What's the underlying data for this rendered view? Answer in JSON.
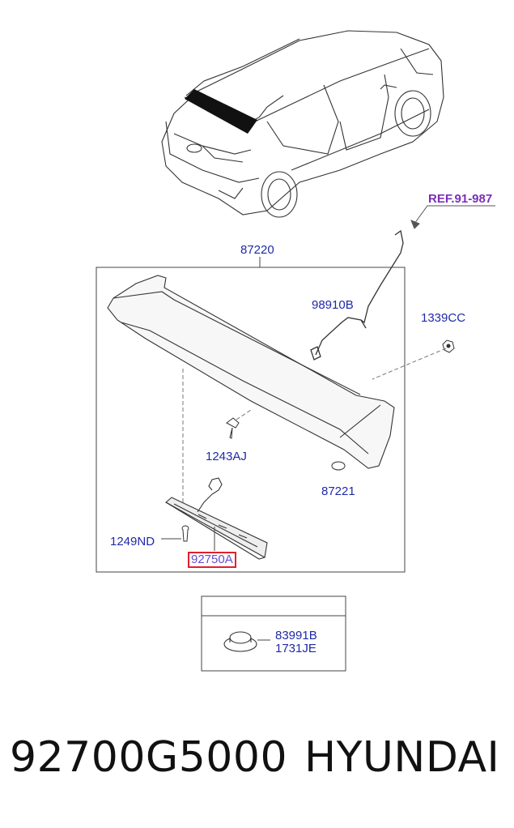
{
  "labels": {
    "ref": "REF.91-987",
    "spoiler": "87220",
    "harness": "98910B",
    "nut": "1339CC",
    "screw_upper": "1243AJ",
    "grommet": "87221",
    "screw_lower": "1249ND",
    "stop_lamp": "92750A",
    "plug_1": "83991B",
    "plug_2": "1731JE"
  },
  "footer": {
    "part_number": "92700G5000",
    "brand": "HYUNDAI"
  },
  "colors": {
    "label": "#1f2aa8",
    "ref": "#7a2fb8",
    "highlight": "#e0202a"
  }
}
